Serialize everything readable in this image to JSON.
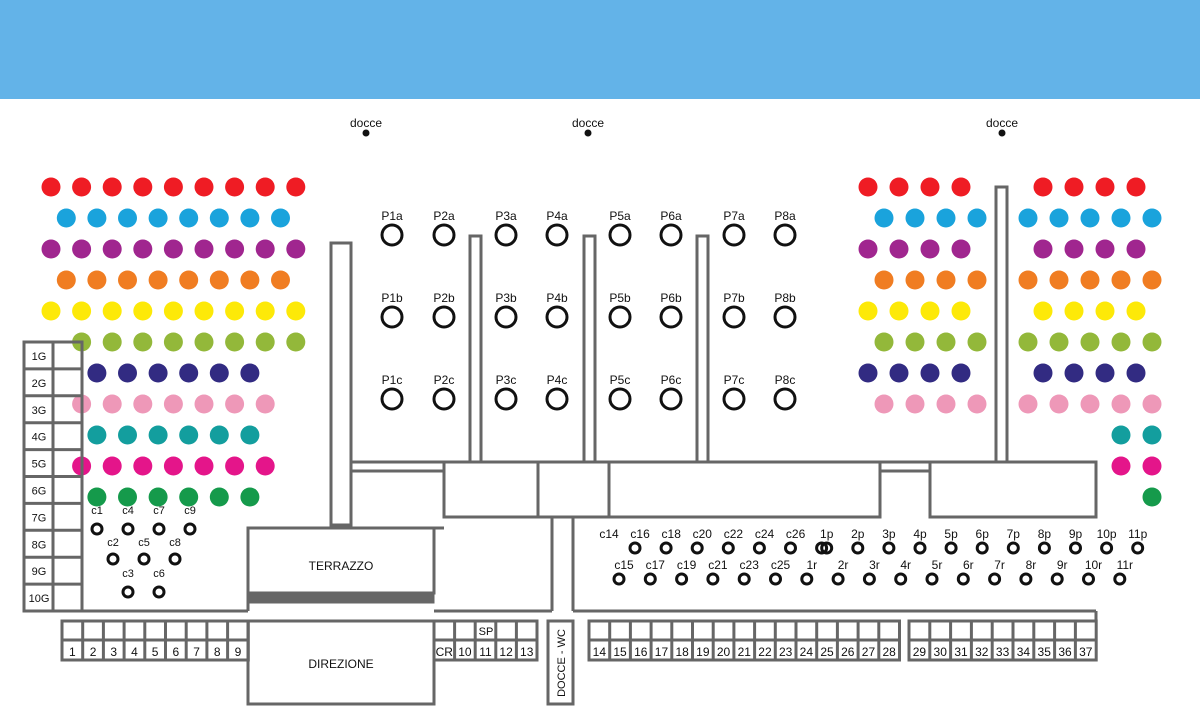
{
  "map": {
    "colors": {
      "sea": "#63b3e8",
      "wall": "#666666",
      "red": "#ef1c24",
      "blue": "#1aa3dc",
      "purple": "#a0268f",
      "orange": "#f07d22",
      "yellow": "#fde908",
      "green_lime": "#93b83a",
      "navy": "#322b82",
      "pink": "#ee98b8",
      "teal": "#139e9e",
      "magenta": "#e4158a",
      "green": "#159a4b"
    },
    "showers": [
      "docce",
      "docce",
      "docce"
    ],
    "row_labels": [
      "1G",
      "2G",
      "3G",
      "4G",
      "5G",
      "6G",
      "7G",
      "8G",
      "9G",
      "10G"
    ],
    "pavilions": [
      [
        "P1a",
        "P2a",
        "P3a",
        "P4a",
        "P5a",
        "P6a",
        "P7a",
        "P8a"
      ],
      [
        "P1b",
        "P2b",
        "P3b",
        "P4b",
        "P5b",
        "P6b",
        "P7b",
        "P8b"
      ],
      [
        "P1c",
        "P2c",
        "P3c",
        "P4c",
        "P5c",
        "P6c",
        "P7c",
        "P8c"
      ]
    ],
    "left_cabins": [
      [
        "c1",
        "c4",
        "c7",
        "c9"
      ],
      [
        "c2",
        "c5",
        "c8"
      ],
      [
        "c3",
        "c6"
      ]
    ],
    "right_cabins_top": [
      "c14",
      "c16",
      "c18",
      "c20",
      "c22",
      "c24",
      "c26",
      "1p",
      "2p",
      "3p",
      "4p",
      "5p",
      "6p",
      "7p",
      "8p",
      "9p",
      "10p",
      "11p"
    ],
    "right_cabins_bottom": [
      "c15",
      "c17",
      "c19",
      "c21",
      "c23",
      "c25",
      "1r",
      "2r",
      "3r",
      "4r",
      "5r",
      "6r",
      "7r",
      "8r",
      "9r",
      "10r",
      "11r"
    ],
    "rooms": {
      "terrace": "TERRAZZO",
      "office": "DIREZIONE",
      "shower_wc": "DOCCE - WC"
    },
    "lockers_a": [
      "1",
      "2",
      "3",
      "4",
      "5",
      "6",
      "7",
      "8",
      "9"
    ],
    "lockers_b": [
      "CR",
      "10",
      "11",
      "12",
      "13"
    ],
    "locker_sp": "SP",
    "lockers_c": [
      "14",
      "15",
      "16",
      "17",
      "18",
      "19",
      "20",
      "21",
      "22",
      "23",
      "24",
      "25",
      "26",
      "27",
      "28"
    ],
    "lockers_d": [
      "29",
      "30",
      "31",
      "32",
      "33",
      "34",
      "35",
      "36",
      "37"
    ],
    "umbrella_rows_left": [
      {
        "color": "red",
        "count": 9,
        "start": 1
      },
      {
        "color": "blue",
        "count": 8,
        "start": 1.5
      },
      {
        "color": "purple",
        "count": 9,
        "start": 1
      },
      {
        "color": "orange",
        "count": 8,
        "start": 1.5
      },
      {
        "color": "yellow",
        "count": 9,
        "start": 1
      },
      {
        "color": "green_lime",
        "count": 8,
        "start": 2
      },
      {
        "color": "navy",
        "count": 6,
        "start": 2.5
      },
      {
        "color": "pink",
        "count": 7,
        "start": 2
      },
      {
        "color": "teal",
        "count": 6,
        "start": 2.5
      },
      {
        "color": "magenta",
        "count": 7,
        "start": 2
      },
      {
        "color": "green",
        "count": 6,
        "start": 2.5
      }
    ],
    "umbrella_rows_right_a": [
      {
        "color": "red",
        "count": 4
      },
      {
        "color": "blue",
        "count": 4
      },
      {
        "color": "purple",
        "count": 4
      },
      {
        "color": "orange",
        "count": 4
      },
      {
        "color": "yellow",
        "count": 4
      },
      {
        "color": "green_lime",
        "count": 4
      },
      {
        "color": "navy",
        "count": 4
      },
      {
        "color": "pink",
        "count": 4
      }
    ],
    "umbrella_rows_right_b": [
      {
        "color": "red",
        "count": 4
      },
      {
        "color": "blue",
        "count": 5
      },
      {
        "color": "purple",
        "count": 4
      },
      {
        "color": "orange",
        "count": 5
      },
      {
        "color": "yellow",
        "count": 4
      },
      {
        "color": "green_lime",
        "count": 5
      },
      {
        "color": "navy",
        "count": 4
      },
      {
        "color": "pink",
        "count": 5
      },
      {
        "color": "teal",
        "count": 2
      },
      {
        "color": "magenta",
        "count": 2
      },
      {
        "color": "green",
        "count": 1
      }
    ]
  }
}
